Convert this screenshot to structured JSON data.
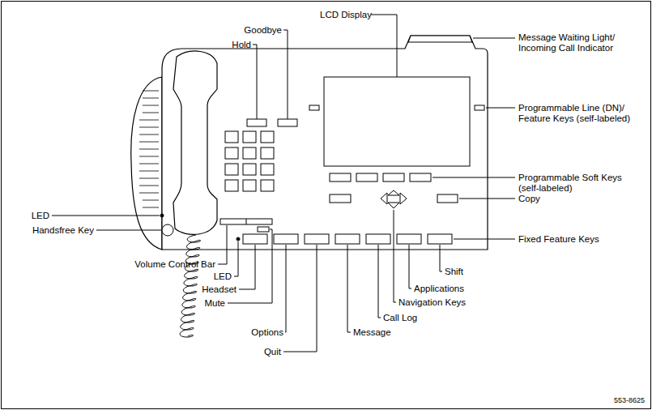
{
  "diagram": {
    "labels": [
      "LCD Display",
      "Goodbye",
      "Hold",
      "Message Waiting Light/ Incoming Call Indicator",
      "Programmable Line (DN)/ Feature Keys (self-labeled)",
      "Programmable Soft Keys (self-labeled)",
      "Copy",
      "Fixed Feature Keys",
      "Shift",
      "Applications",
      "Navigation Keys",
      "Call Log",
      "Message",
      "Quit",
      "Options",
      "Mute",
      "Headset",
      "LED",
      "Volume Control Bar",
      "LED",
      "Handsfree Key",
      "553-8625"
    ]
  }
}
